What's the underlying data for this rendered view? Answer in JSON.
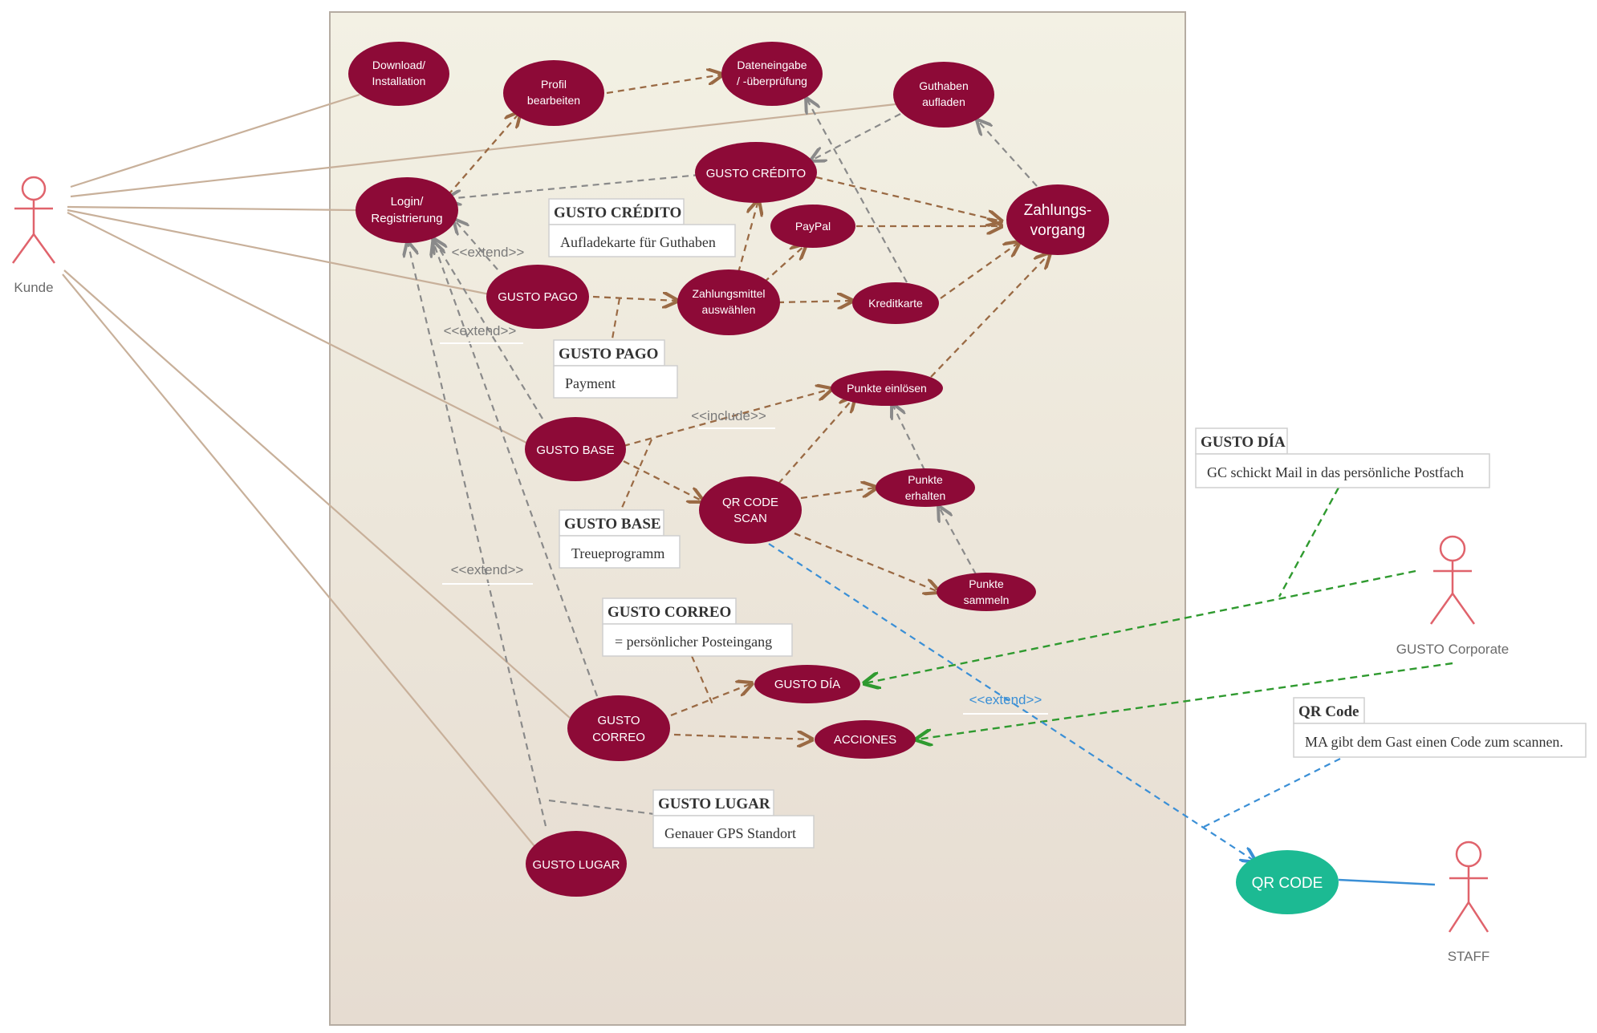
{
  "colors": {
    "usecase": "#8d0a37",
    "usecase_alt": "#1cba93",
    "actor": "#e0636c",
    "association": "#c8b09a",
    "include": "#9a6a44",
    "extend": "#8a8a8a",
    "green_link": "#2f9a2f",
    "blue_link": "#3a8fd6"
  },
  "actors": {
    "kunde": "Kunde",
    "corporate": "GUSTO Corporate",
    "staff": "STAFF"
  },
  "usecases": {
    "download": [
      "Download/",
      "Installation"
    ],
    "profil": [
      "Profil",
      "bearbeiten"
    ],
    "dateneingabe": [
      "Dateneingabe",
      "/ -überprüfung"
    ],
    "guthaben": [
      "Guthaben",
      "aufladen"
    ],
    "credito": [
      "GUSTO CRÉDITO"
    ],
    "login": [
      "Login/",
      "Registrierung"
    ],
    "zahlungsvorgang": [
      "Zahlungs-",
      "vorgang"
    ],
    "paypal": [
      "PayPal"
    ],
    "pago": [
      "GUSTO PAGO"
    ],
    "zahlungsmittel": [
      "Zahlungsmittel",
      "auswählen"
    ],
    "kreditkarte": [
      "Kreditkarte"
    ],
    "einloesen": [
      "Punkte einlösen"
    ],
    "base": [
      "GUSTO BASE"
    ],
    "qrscan": [
      "QR CODE",
      "SCAN"
    ],
    "erhalten": [
      "Punkte",
      "erhalten"
    ],
    "sammeln": [
      "Punkte",
      "sammeln"
    ],
    "dia": [
      "GUSTO DÍA"
    ],
    "correo": [
      "GUSTO",
      "CORREO"
    ],
    "acciones": [
      "ACCIONES"
    ],
    "lugar": [
      "GUSTO LUGAR"
    ],
    "qrcode": [
      "QR CODE"
    ]
  },
  "relation_labels": {
    "extend1": "<<extend>>",
    "extend2": "<<extend>>",
    "include": "<<include>>",
    "extend3": "<<extend>>",
    "extend_qr": "<<extend>>"
  },
  "notes": {
    "credito": {
      "title": "GUSTO CRÉDITO",
      "body": "Aufladekarte für Guthaben"
    },
    "pago": {
      "title": "GUSTO PAGO",
      "body": "Payment"
    },
    "base": {
      "title": "GUSTO BASE",
      "body": "Treueprogramm"
    },
    "correo": {
      "title": "GUSTO CORREO",
      "body": "= persönlicher Posteingang"
    },
    "lugar": {
      "title": "GUSTO LUGAR",
      "body": "Genauer GPS Standort"
    },
    "dia": {
      "title": "GUSTO DÍA",
      "body": "GC  schickt Mail in das persönliche Postfach"
    },
    "qr": {
      "title": "QR Code",
      "body": "MA gibt dem Gast einen Code zum scannen."
    }
  }
}
